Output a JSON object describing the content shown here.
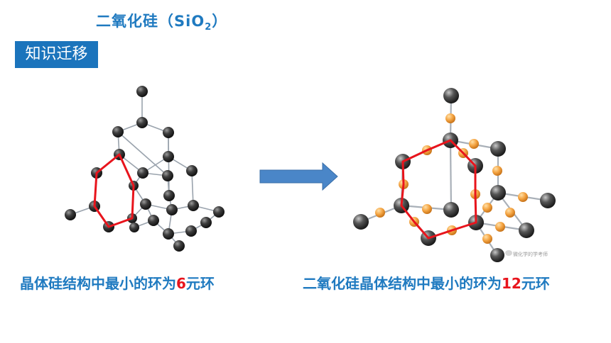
{
  "title": {
    "main": "二氧化硅（SiO",
    "sub": "2",
    "close": "）"
  },
  "badge": {
    "label": "知识迁移"
  },
  "captions": {
    "left": {
      "before": "晶体硅结构中最小的环为",
      "number": "6",
      "after": "元环"
    },
    "right": {
      "before": "二氧化硅晶体结构中最小的环为",
      "number": "12",
      "after": "元环"
    }
  },
  "watermark": "微化学的学考师",
  "colors": {
    "accent": "#1f7ac0",
    "badge": "#1b74bc",
    "highlight": "#e8141c",
    "arrow": "#4a86c8",
    "oxygen": "#f4a442",
    "silicon": "#3a3a3a"
  }
}
